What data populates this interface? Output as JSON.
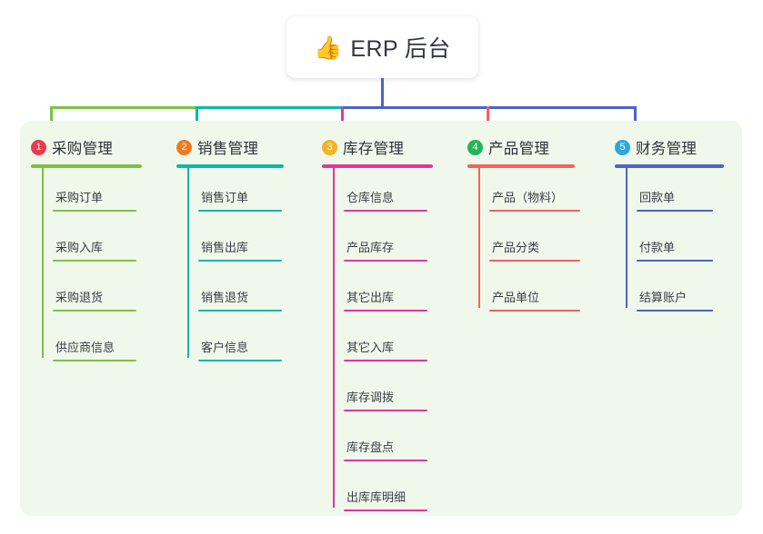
{
  "diagram": {
    "type": "mindmap",
    "root": {
      "emoji": "👍",
      "emoji_name": "thumbs-up-emoji",
      "title": "ERP 后台"
    },
    "panel_color": "#f0f8ec",
    "branches": [
      {
        "number": "1",
        "title": "采购管理",
        "line_color": "#7cc242",
        "badge_color": "#ea3a4e",
        "items": [
          "采购订单",
          "采购入库",
          "采购退货",
          "供应商信息"
        ]
      },
      {
        "number": "2",
        "title": "销售管理",
        "line_color": "#0bb7ab",
        "badge_color": "#f07a22",
        "items": [
          "销售订单",
          "销售出库",
          "销售退货",
          "客户信息"
        ]
      },
      {
        "number": "3",
        "title": "库存管理",
        "line_color": "#e5369c",
        "badge_color": "#f5b223",
        "items": [
          "仓库信息",
          "产品库存",
          "其它出库",
          "其它入库",
          "库存调拨",
          "库存盘点",
          "出库库明细"
        ]
      },
      {
        "number": "4",
        "title": "产品管理",
        "line_color": "#f4625e",
        "badge_color": "#24b45c",
        "items": [
          "产品（物料）",
          "产品分类",
          "产品单位"
        ]
      },
      {
        "number": "5",
        "title": "财务管理",
        "line_color": "#4a63cc",
        "badge_color": "#29a8e0",
        "items": [
          "回款单",
          "付款单",
          "结算账户"
        ]
      }
    ],
    "connectors": {
      "stem_color": "#4a63cc",
      "bar_segments": [
        {
          "color": "#7cc242",
          "from": "branch-1",
          "to": "branch-2"
        },
        {
          "color": "#0bb7ab",
          "from": "branch-2",
          "to": "branch-3"
        },
        {
          "color": "#4a63cc",
          "from": "branch-3",
          "to": "branch-5"
        }
      ]
    }
  }
}
